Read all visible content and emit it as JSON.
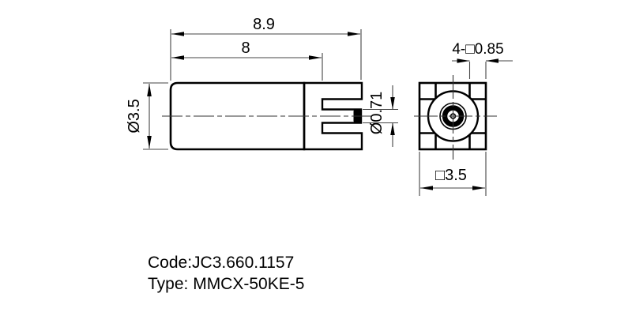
{
  "meta": {
    "background_color": "#ffffff",
    "object_line_color": "#000000",
    "dimension_line_color": "#404040"
  },
  "side_view": {
    "dim_overall_length": "8.9",
    "dim_length_to_slot": "8",
    "dim_body_diameter": "Ø3.5",
    "dim_pin_diameter": "Ø0.71"
  },
  "end_view": {
    "dim_leg_square": "4-□0.85",
    "dim_flange_square": "□3.5"
  },
  "notes": {
    "code_line": "Code:JC3.660.1157",
    "type_line": "Type: MMCX-50KE-5"
  }
}
